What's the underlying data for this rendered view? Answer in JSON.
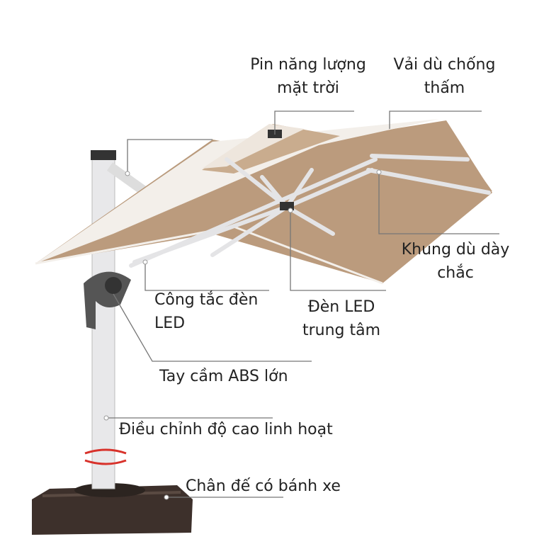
{
  "labels": {
    "solar_panel": [
      "Pin năng lượng",
      "mặt trời"
    ],
    "waterproof_fabric": [
      "Vải dù chống",
      "thấm"
    ],
    "sturdy_frame": [
      "Khung dù dày",
      "chắc"
    ],
    "led_switch": [
      "Công tắc đèn",
      "LED"
    ],
    "center_led": [
      "Đèn LED",
      "trung tâm"
    ],
    "abs_handle": "Tay cầm ABS lớn",
    "height_adjust": "Điều chỉnh độ cao linh hoạt",
    "wheeled_base": "Chân đế có bánh xe"
  },
  "colors": {
    "canopy_top": "#f3efea",
    "canopy_under": "#b99a7c",
    "pole": "#e6e6e8",
    "base": "#3d302b",
    "leader": "#777777",
    "accent_red": "#d8322b"
  }
}
